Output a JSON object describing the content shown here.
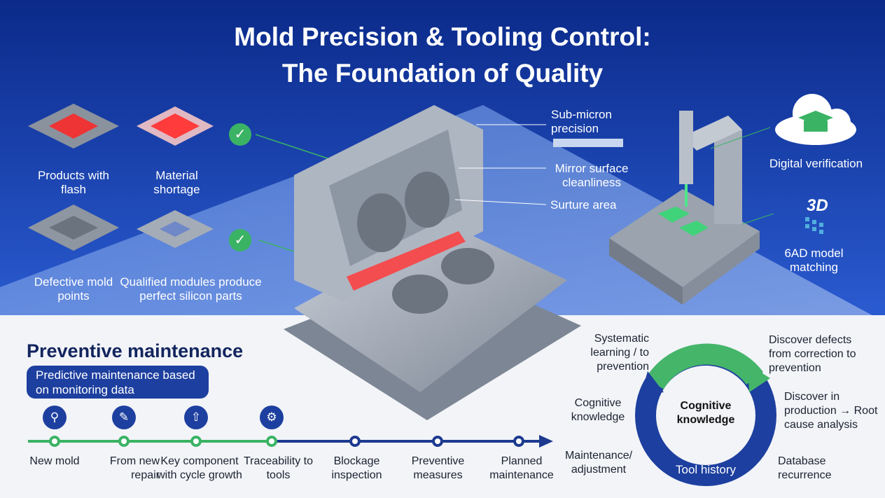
{
  "title": {
    "line1": "Mold Precision & Tooling Control:",
    "line2": "The Foundation of Quality"
  },
  "defects": [
    {
      "label": "Products with flash"
    },
    {
      "label": "Material shortage"
    },
    {
      "label": "Defective mold points"
    },
    {
      "label": "Qualified modules produce perfect silicon parts"
    }
  ],
  "check_icon": "✓",
  "mold_callouts": [
    {
      "label": "Sub-micron precision"
    },
    {
      "label": "Mirror surface cleanliness"
    },
    {
      "label": "Surture area"
    }
  ],
  "verification": {
    "digital": "Digital verification",
    "badge_3d": "3D",
    "model": "6AD model matching"
  },
  "maintenance": {
    "title": "Preventive maintenance",
    "pill": "Predictive maintenance based on monitoring data",
    "steps": [
      {
        "label": "New mold",
        "icon": "location-pin-icon",
        "glyph": "⚲"
      },
      {
        "label": "From new repair",
        "icon": "edit-note-icon",
        "glyph": "✎"
      },
      {
        "label": "Key component with cycle growth",
        "icon": "upgrade-arrow-icon",
        "glyph": "⇧"
      },
      {
        "label": "Traceability to tools",
        "icon": "tool-tray-icon",
        "glyph": "⚙"
      },
      {
        "label": "Blockage inspection"
      },
      {
        "label": "Preventive measures"
      },
      {
        "label": "Planned maintenance"
      }
    ]
  },
  "cycle": {
    "center": "Cognitive knowledge",
    "bottom_arc": "Tool history",
    "labels": {
      "systematic": "Systematic learning / to prevention",
      "discover_defects": "Discover defects from correction to prevention",
      "discover_production": "Discover in production → Root cause analysis",
      "database": "Database recurrence",
      "maintenance": "Maintenance/ adjustment",
      "cognitive": "Cognitive knowledge"
    }
  },
  "colors": {
    "navy": "#1d3f9f",
    "green": "#3bb364",
    "bg_top": "#0f2d8c",
    "accent_red": "#ff3b3b"
  }
}
